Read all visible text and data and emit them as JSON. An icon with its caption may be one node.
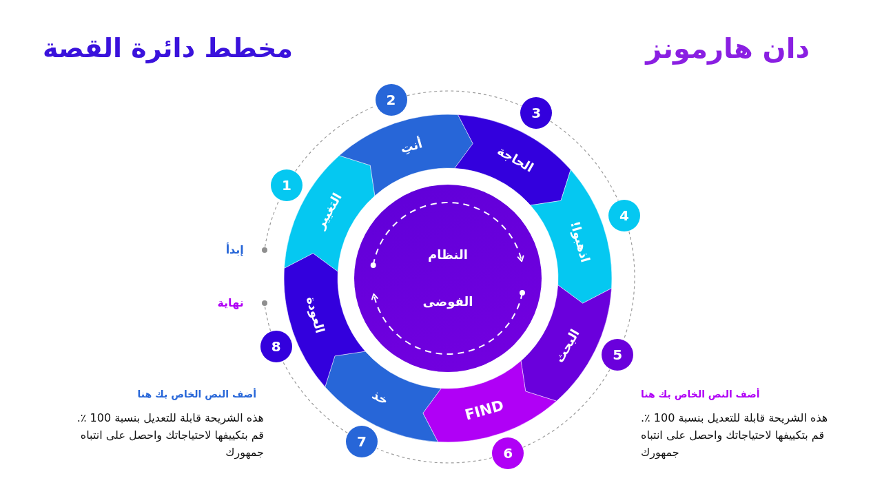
{
  "diagram": {
    "title": "مخطط دائرة القصة",
    "nodes": [
      {
        "text": [
          "التغيير"
        ]
      },
      {
        "text": [
          "أنتِ"
        ]
      },
      {
        "text": [
          "الحاجة"
        ]
      },
      {
        "text": [
          "اذهبوا!"
        ]
      },
      {
        "text": [
          "البحث"
        ]
      },
      {
        "text": [
          "FIND"
        ]
      },
      {
        "text": [
          "خذ"
        ]
      },
      {
        "text": [
          "العودة"
        ]
      },
      {
        "text": [
          "النظام",
          "الفوضى"
        ]
      },
      {
        "text": [
          "1"
        ]
      },
      {
        "text": [
          "2"
        ]
      },
      {
        "text": [
          "3"
        ]
      },
      {
        "text": [
          "4"
        ]
      },
      {
        "text": [
          "5"
        ]
      },
      {
        "text": [
          "6"
        ]
      },
      {
        "text": [
          "7"
        ]
      },
      {
        "text": [
          "8"
        ]
      },
      {
        "text": [],
        "shape": "circle",
        "beside": [
          "إبدأ"
        ]
      },
      {
        "text": [],
        "shape": "circle",
        "beside": [
          "نهاية"
        ]
      }
    ],
    "edges": [
      {
        "from": 17,
        "to": 9,
        "arrow": "none",
        "style": "dashed"
      },
      {
        "from": 9,
        "to": 10,
        "arrow": "none",
        "style": "dashed"
      },
      {
        "from": 10,
        "to": 11,
        "arrow": "none",
        "style": "dashed"
      },
      {
        "from": 11,
        "to": 12,
        "arrow": "none",
        "style": "dashed"
      },
      {
        "from": 12,
        "to": 13,
        "arrow": "none",
        "style": "dashed"
      },
      {
        "from": 13,
        "to": 14,
        "arrow": "none",
        "style": "dashed"
      },
      {
        "from": 14,
        "to": 15,
        "arrow": "none",
        "style": "dashed"
      },
      {
        "from": 15,
        "to": 16,
        "arrow": "none",
        "style": "dashed"
      },
      {
        "from": 16,
        "to": 18,
        "arrow": "none",
        "style": "dashed"
      }
    ],
    "labels": [
      "دان هارمونز",
      "أضف النص الخاص بك هنا",
      "هذه الشريحة قابلة للتعديل بنسبة 100 ٪. قم بتكييفها لاحتياجاتك واحصل على انتباه جمهورك",
      "أضف النص الخاص بك هنا",
      "هذه الشريحة قابلة للتعديل بنسبة 100 ٪. قم بتكييفها لاحتياجاتك واحصل على انتباه جمهورك"
    ]
  }
}
